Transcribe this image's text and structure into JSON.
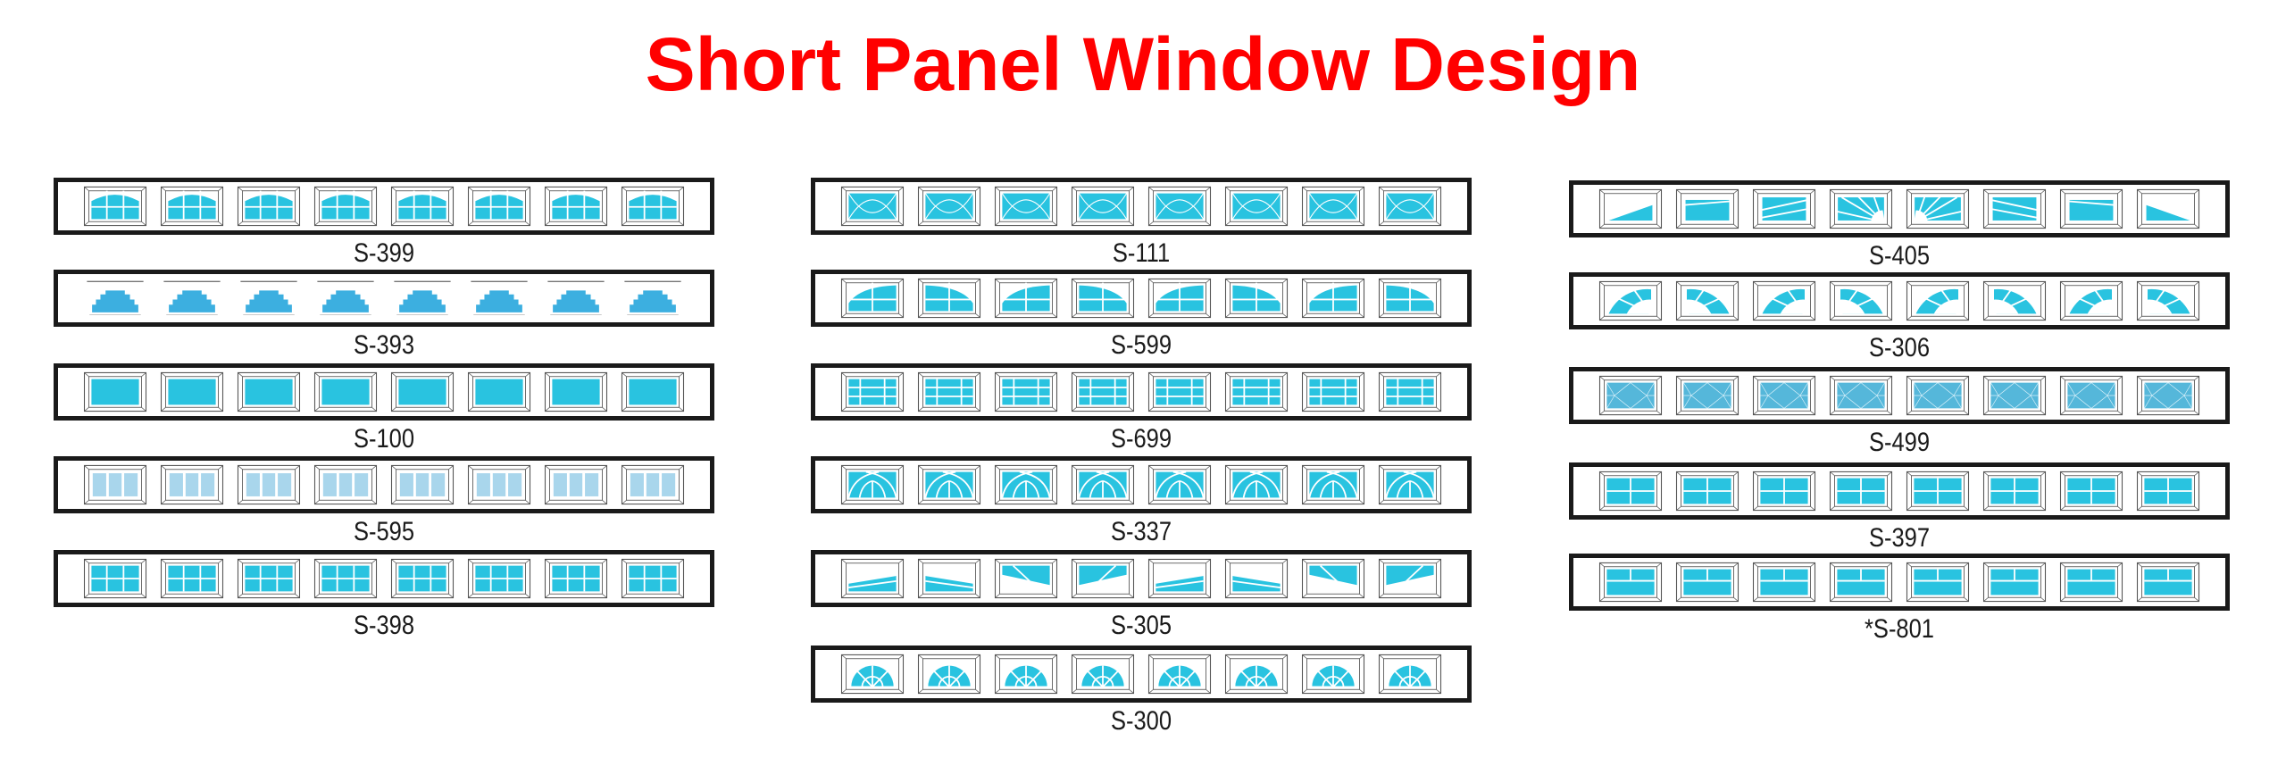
{
  "title": "Short Panel Window Design",
  "colors": {
    "title": "#ff0000",
    "glass": "#29c3e0",
    "frosted": "#a9d6ec",
    "diamond": "#55b7da",
    "frame": "#555555",
    "border": "#1a1a1a"
  },
  "columns": [
    {
      "panels": [
        {
          "code": "S-399",
          "pattern": "arch-grid-icon"
        },
        {
          "code": "S-393",
          "pattern": "stepped-dome-icon"
        },
        {
          "code": "S-100",
          "pattern": "plain-icon"
        },
        {
          "code": "S-595",
          "pattern": "frosted-three-pane-icon"
        },
        {
          "code": "S-398",
          "pattern": "grid-3x2-icon"
        }
      ]
    },
    {
      "panels": [
        {
          "code": "S-111",
          "pattern": "crossed-arcs-icon"
        },
        {
          "code": "S-599",
          "pattern": "quarter-arch-grid-icon"
        },
        {
          "code": "S-699",
          "pattern": "grid-4x3-icon"
        },
        {
          "code": "S-337",
          "pattern": "gothic-arcs-icon"
        },
        {
          "code": "S-305",
          "pattern": "diagonal-icon"
        },
        {
          "code": "S-300",
          "pattern": "sunburst-icon"
        }
      ]
    },
    {
      "panels": [
        {
          "code": "S-405",
          "pattern": "sunrise-sweep-icon"
        },
        {
          "code": "S-306",
          "pattern": "fan-icon"
        },
        {
          "code": "S-499",
          "pattern": "diamond-icon"
        },
        {
          "code": "S-397",
          "pattern": "grid-2x2-icon"
        },
        {
          "code": "*S-801",
          "pattern": "split-pane-icon"
        }
      ]
    }
  ]
}
